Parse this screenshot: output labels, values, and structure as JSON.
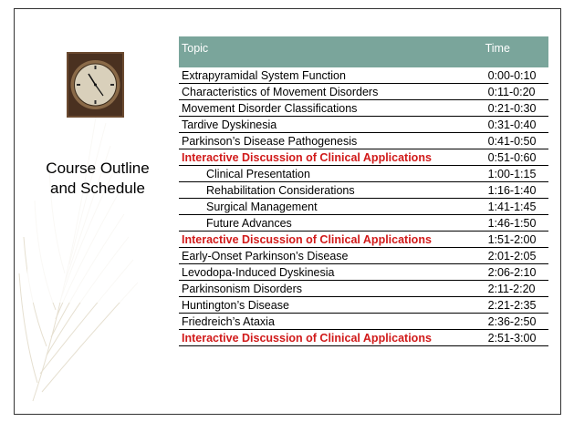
{
  "slide": {
    "title_line1": "Course Outline",
    "title_line2": "and Schedule"
  },
  "table": {
    "headers": {
      "topic": "Topic",
      "time": "Time"
    },
    "rows": [
      {
        "topic": "Extrapyramidal System Function",
        "time": "0:00-0:10",
        "style": "normal"
      },
      {
        "topic": "Characteristics of Movement Disorders",
        "time": "0:11-0:20",
        "style": "normal"
      },
      {
        "topic": "Movement Disorder Classifications",
        "time": "0:21-0:30",
        "style": "normal"
      },
      {
        "topic": "Tardive Dyskinesia",
        "time": "0:31-0:40",
        "style": "normal"
      },
      {
        "topic": "Parkinson’s Disease Pathogenesis",
        "time": "0:41-0:50",
        "style": "normal"
      },
      {
        "topic": "Interactive Discussion of Clinical Applications",
        "time": "0:51-0:60",
        "style": "highlight"
      },
      {
        "topic": "Clinical Presentation",
        "time": "1:00-1:15",
        "style": "sub"
      },
      {
        "topic": "Rehabilitation Considerations",
        "time": "1:16-1:40",
        "style": "sub"
      },
      {
        "topic": "Surgical Management",
        "time": "1:41-1:45",
        "style": "sub"
      },
      {
        "topic": "Future Advances",
        "time": "1:46-1:50",
        "style": "sub"
      },
      {
        "topic": "Interactive Discussion of Clinical Applications",
        "time": "1:51-2:00",
        "style": "highlight"
      },
      {
        "topic": "Early-Onset Parkinson’s Disease",
        "time": "2:01-2:05",
        "style": "normal"
      },
      {
        "topic": "Levodopa-Induced Dyskinesia",
        "time": "2:06-2:10",
        "style": "normal"
      },
      {
        "topic": "Parkinsonism Disorders",
        "time": "2:11-2:20",
        "style": "normal"
      },
      {
        "topic": "Huntington’s Disease",
        "time": "2:21-2:35",
        "style": "normal"
      },
      {
        "topic": "Friedreich’s Ataxia",
        "time": "2:36-2:50",
        "style": "normal"
      },
      {
        "topic": "Interactive Discussion of Clinical Applications",
        "time": "2:51-3:00",
        "style": "highlight"
      }
    ]
  },
  "colors": {
    "header_bg": "#7aa59b",
    "highlight_text": "#d11a1a"
  },
  "images": {
    "clock": "antique-wall-clock",
    "background": "feather"
  }
}
